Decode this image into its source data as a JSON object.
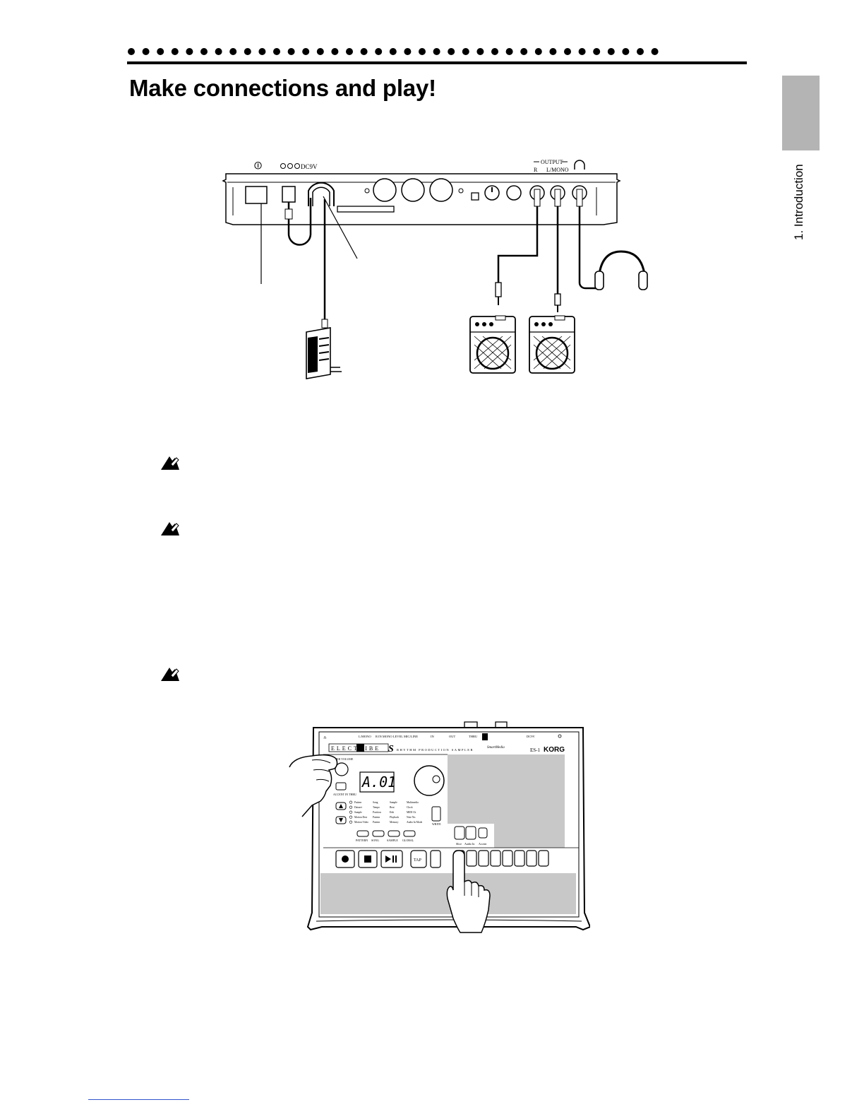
{
  "header": {
    "title": "Make connections and play!"
  },
  "side_tab": {
    "label": "1. Introduction"
  },
  "rear_panel": {
    "power_symbol": "⏼",
    "dc_label": "DC9V",
    "output_label": "OUTPUT",
    "output_r": "R",
    "output_lmono": "L/MONO"
  },
  "front_panel": {
    "brand_electribe": "ELECTRIBE",
    "subtitle": "RHYTHM PRODUCTION SAMPLER",
    "model": "ES-1",
    "maker": "KORG",
    "display": "A.01",
    "smartmedia": "SmartMedia",
    "tap": "TAP",
    "write": "WRITE",
    "mode_buttons": [
      "PATTERN",
      "SONG",
      "SAMPLE",
      "GLOBAL"
    ],
    "top_labels": [
      "L/MONO",
      "R",
      "IN MONO LEVEL MIC/LINE",
      "IN",
      "OUT",
      "THRU",
      "DC9V"
    ],
    "small_buttons": [
      "Slice",
      "Audio In",
      "Accent"
    ],
    "volume_label": "MASTER VOLUME",
    "accent_label": "ACCENT IN THRU",
    "menu_rows": [
      [
        "Pattern",
        "Song",
        "Sample",
        "Multimedia"
      ],
      [
        "Dataset",
        "Tempo",
        "Beat",
        "Clock"
      ],
      [
        "Sample",
        "Position",
        "Edit",
        "MIDI Ch"
      ],
      [
        "Motion Dest",
        "Pattern",
        "Playback",
        "Note No."
      ],
      [
        "Motion Video",
        "Pattern",
        "Memory",
        "Audio In Mode"
      ]
    ]
  },
  "warning_icon": "warning-pen-icon",
  "colors": {
    "panel_gray": "#c8c8c8",
    "tab_gray": "#b4b4b4",
    "link_blue": "#3355cc"
  }
}
